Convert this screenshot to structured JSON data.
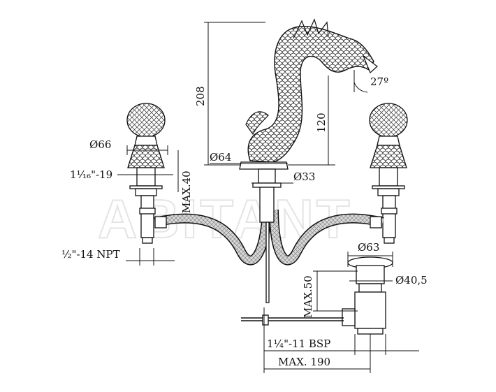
{
  "watermark": "ABITANT",
  "dimensions": {
    "height_total": "208",
    "spout_height": "120",
    "spout_angle": "27º",
    "handle_diameter": "Ø66",
    "handle_thread": "1⅟₁₆\"-19",
    "handle_max_deck": "MAX.40",
    "supply_thread": "½\"-14 NPT",
    "spout_base_diameter": "Ø64",
    "spout_shank_diameter": "Ø33",
    "drain_flange_diameter": "Ø63",
    "drain_plug_diameter": "Ø40,5",
    "drain_max_deck": "MAX.50",
    "drain_thread": "1¼\"-11 BSP",
    "drain_max_reach": "MAX. 190"
  }
}
